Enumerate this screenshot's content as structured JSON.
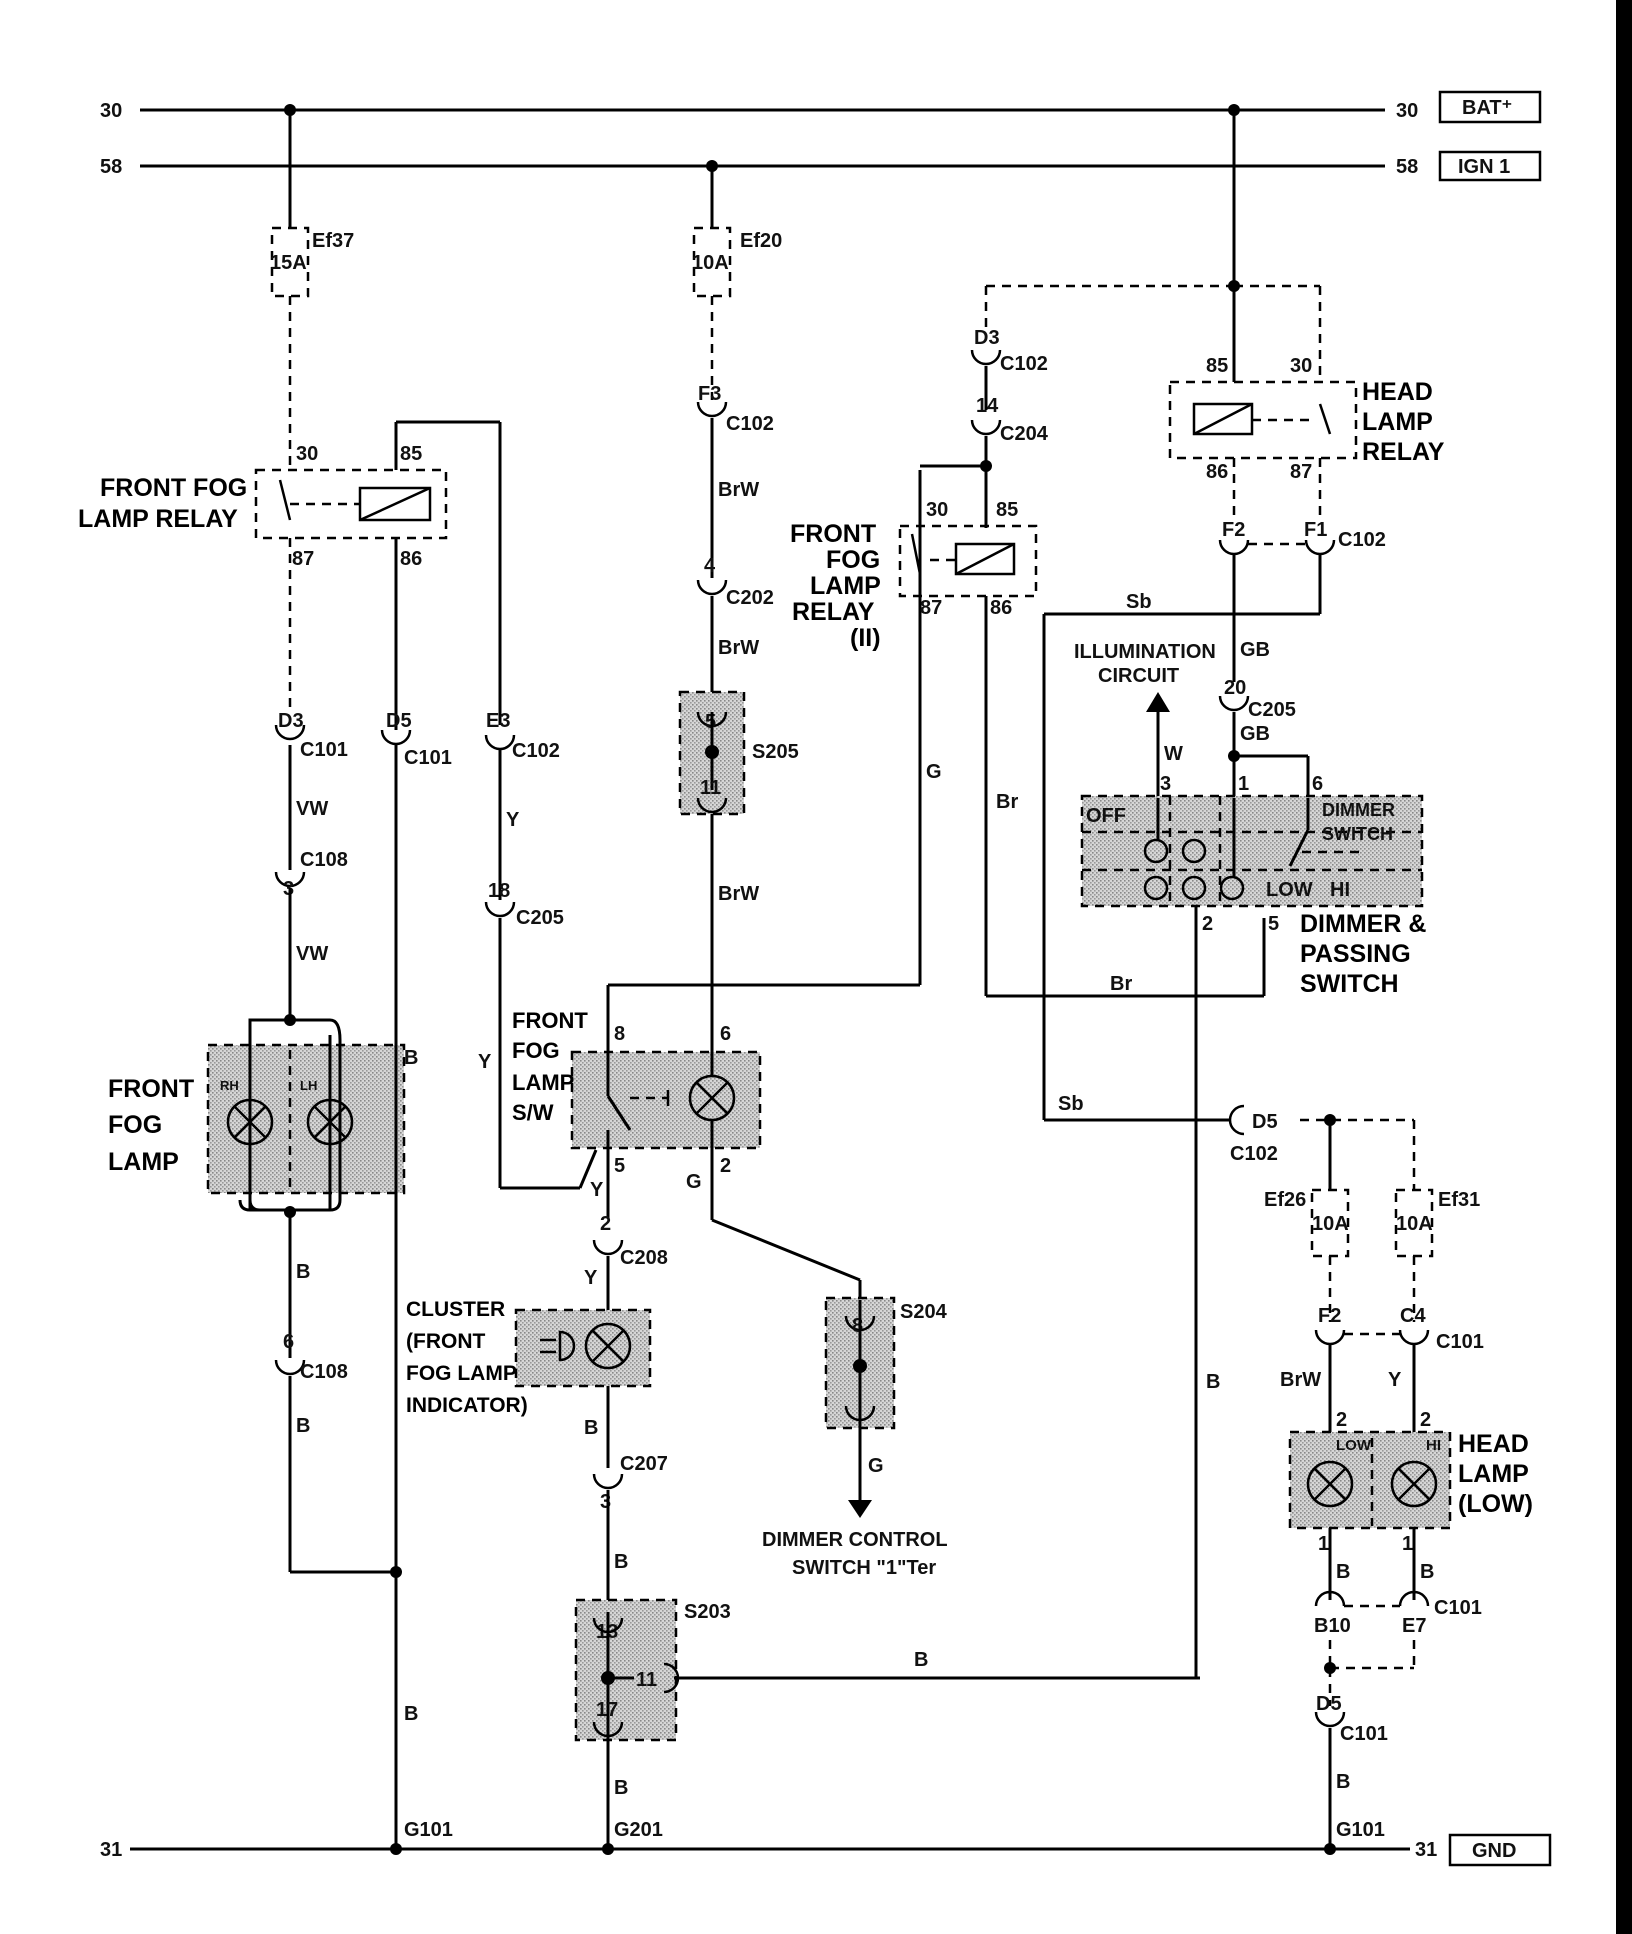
{
  "rails": {
    "r30_left": "30",
    "r30_right": "30",
    "bat": "BAT⁺",
    "r58_left": "58",
    "r58_right": "58",
    "ign": "IGN 1",
    "r31_left": "31",
    "r31_right": "31",
    "gnd": "GND"
  },
  "fuses": {
    "ef37": "Ef37",
    "ef37_amp": "15A",
    "ef20": "Ef20",
    "ef20_amp": "10A",
    "ef26": "Ef26",
    "ef26_amp": "10A",
    "ef31": "Ef31",
    "ef31_amp": "10A"
  },
  "components": {
    "front_fog_relay_1": [
      "FRONT FOG",
      "LAMP RELAY"
    ],
    "front_fog_relay_2": [
      "FRONT",
      "FOG",
      "LAMP",
      "RELAY",
      "(II)"
    ],
    "head_lamp_relay": [
      "HEAD",
      "LAMP",
      "RELAY"
    ],
    "front_fog_lamp": [
      "FRONT",
      "FOG",
      "LAMP"
    ],
    "front_fog_lamp_sw": [
      "FRONT",
      "FOG",
      "LAMP",
      "S/W"
    ],
    "cluster": [
      "CLUSTER",
      "(FRONT",
      "FOG LAMP",
      "INDICATOR)"
    ],
    "dimmer_passing": [
      "DIMMER &",
      "PASSING",
      "SWITCH"
    ],
    "head_lamp_low": [
      "HEAD",
      "LAMP",
      "(LOW)"
    ],
    "illumination": [
      "ILLUMINATION",
      "CIRCUIT"
    ],
    "dimmer_control": [
      "DIMMER CONTROL",
      "SWITCH \"1\"Ter"
    ],
    "dimmer_switch": [
      "DIMMER",
      "SWITCH"
    ],
    "off": "OFF",
    "low": "LOW",
    "hi": "HI",
    "rh": "RH",
    "lh": "LH",
    "lamp_low": "LOW",
    "lamp_hi": "HI"
  },
  "relay_pins": {
    "r1_30": "30",
    "r1_85": "85",
    "r1_87": "87",
    "r1_86": "86",
    "r2_30": "30",
    "r2_85": "85",
    "r2_87": "87",
    "r2_86": "86",
    "h_85": "85",
    "h_30": "30",
    "h_86": "86",
    "h_87": "87"
  },
  "connectors": {
    "d3_c101": [
      "D3",
      "C101"
    ],
    "d5_c101": [
      "D5",
      "C101"
    ],
    "e3_c102": [
      "E3",
      "C102"
    ],
    "c108_3": [
      "3",
      "C108"
    ],
    "c108_6": [
      "6",
      "C108"
    ],
    "c205_18": [
      "18",
      "C205"
    ],
    "f3_c102": [
      "F3",
      "C102"
    ],
    "c202_4": [
      "4",
      "C202"
    ],
    "c204_14": [
      "14",
      "C204"
    ],
    "d3_c102": [
      "D3",
      "C102"
    ],
    "f2": "F2",
    "f1": "F1",
    "c102_r": "C102",
    "c205_20": [
      "20",
      "C205"
    ],
    "c208_2": [
      "2",
      "C208"
    ],
    "c207_3": [
      "3",
      "C207"
    ],
    "d5_c102": [
      "D5",
      "C102"
    ],
    "f2_c101": "F2",
    "c4_c101": "C4",
    "c101_r": "C101",
    "b10": "B10",
    "e7": "E7",
    "c101_b": "C101",
    "d5_c101b": [
      "D5",
      "C101"
    ]
  },
  "splices": {
    "s205": "S205",
    "s205_5": "5",
    "s205_11": "11",
    "s204": "S204",
    "s204_8": "8",
    "s203": "S203",
    "s203_13": "13",
    "s203_11": "11",
    "s203_17": "17"
  },
  "grounds": {
    "g101_left": "G101",
    "g201": "G201",
    "g101_right": "G101"
  },
  "wire_colors": {
    "vw1": "VW",
    "vw2": "VW",
    "b1": "B",
    "b2": "B",
    "b3": "B",
    "b4": "B",
    "y1": "Y",
    "y2": "Y",
    "y3": "Y",
    "y4": "Y",
    "brw1": "BrW",
    "brw2": "BrW",
    "brw3": "BrW",
    "brw4": "BrW",
    "g1": "G",
    "g2": "G",
    "g3": "G",
    "br1": "Br",
    "br2": "Br",
    "sb1": "Sb",
    "sb2": "Sb",
    "gb1": "GB",
    "gb2": "GB",
    "w1": "W",
    "b5": "B",
    "b6": "B",
    "b7": "B",
    "b8": "B",
    "b9": "B",
    "b10": "B",
    "b11": "B",
    "b12": "B",
    "b13": "B"
  },
  "pins": {
    "sw_8": "8",
    "sw_6": "6",
    "sw_5": "5",
    "sw_2": "2",
    "dim_3": "3",
    "dim_1": "1",
    "dim_6": "6",
    "dim_2": "2",
    "dim_5": "5",
    "hl_low_2": "2",
    "hl_hi_2": "2",
    "hl_low_1": "1",
    "hl_hi_1": "1"
  }
}
